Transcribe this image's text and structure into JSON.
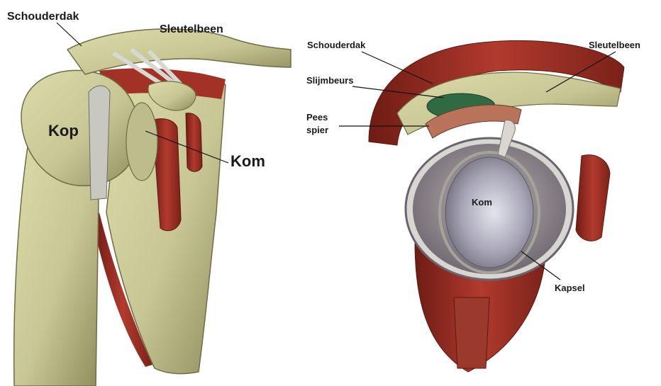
{
  "left_panel": {
    "labels": {
      "schouderdak": "Schouderdak",
      "sleutelbeen": "Sleutelbeen",
      "kop": "Kop",
      "kom": "Kom"
    }
  },
  "right_panel": {
    "labels": {
      "schouderdak": "Schouderdak",
      "sleutelbeen": "Sleutelbeen",
      "slijmbeurs": "Slijmbeurs",
      "pees_line1": "Pees",
      "pees_line2": "spier",
      "kom": "Kom",
      "kapsel": "Kapsel"
    }
  },
  "colors": {
    "bone": "#c9c896",
    "bone_shade": "#9e9c6a",
    "muscle": "#a8342a",
    "muscle_dark": "#7d2219",
    "cartilage": "#a9a9b8",
    "capsule": "#8c8590",
    "bursa": "#2f6a43"
  }
}
